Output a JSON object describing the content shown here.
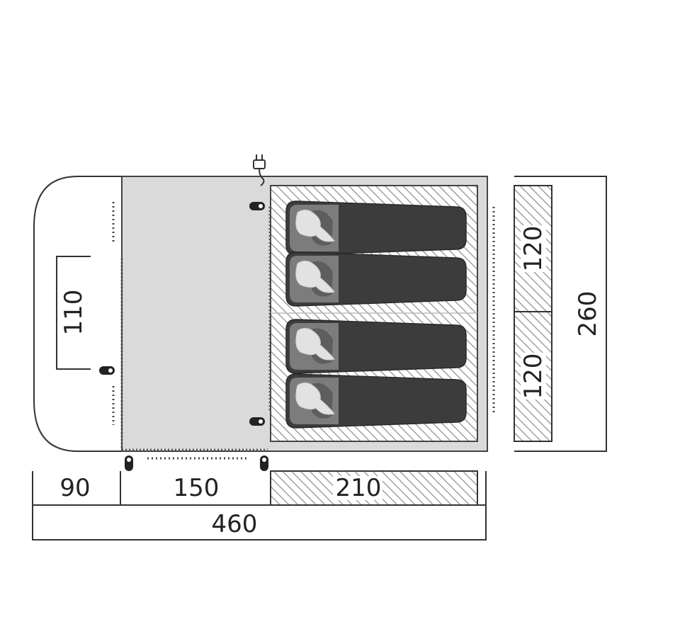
{
  "dimensions": {
    "vestibule_depth": "90",
    "living_depth": "150",
    "bedroom_depth": "210",
    "total_length": "460",
    "door_opening_width": "110",
    "bedroom_width_upper": "120",
    "bedroom_width_lower": "120",
    "total_width": "260"
  },
  "icons": {
    "power_hookup": "electric-plug-icon",
    "sleepers": "sleeping-bag-icon",
    "door_toggles": "zipper-toggle-icon"
  },
  "colors": {
    "outline": "#333333",
    "living_area": "#dadada",
    "bedroom_hatch": "#8a8a8a",
    "sleeping_bag": "#3c3c3c",
    "sleeping_bag_hood": "#7c7c7c",
    "sleeper_head": "#e2e2e2"
  }
}
